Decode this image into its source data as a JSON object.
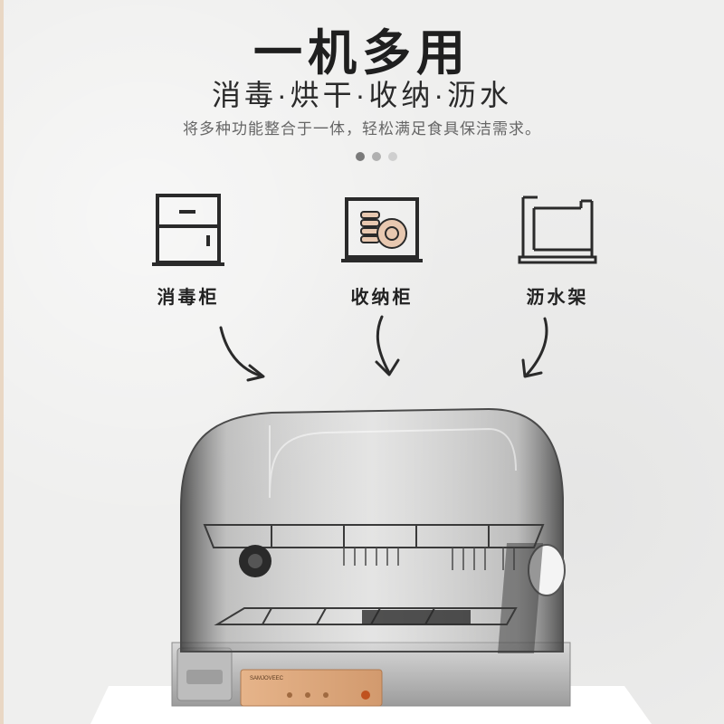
{
  "header": {
    "title": "一机多用",
    "subtitle": "消毒·烘干·收纳·沥水",
    "description": "将多种功能整合于一体，轻松满足食具保洁需求。"
  },
  "pagination": {
    "count": 3,
    "active_index": 0
  },
  "features": [
    {
      "label": "消毒柜",
      "icon": "cabinet-icon"
    },
    {
      "label": "收纳柜",
      "icon": "dish-storage-icon"
    },
    {
      "label": "沥水架",
      "icon": "drain-rack-icon"
    }
  ],
  "product": {
    "brand_label": "SAMJOVEEC"
  },
  "colors": {
    "title": "#1f1f1f",
    "description": "#666666",
    "accent_panel": "#d9a47a",
    "dot_active": "#7a7a7a"
  }
}
